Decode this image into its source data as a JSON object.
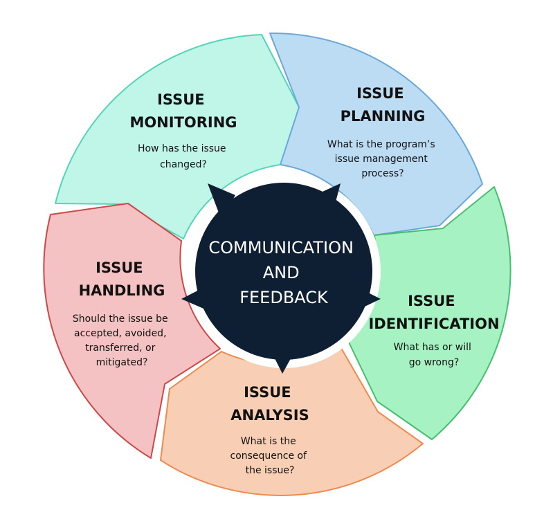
{
  "center": {
    "lines": [
      "COMMUNICATION",
      "AND",
      "FEEDBACK"
    ],
    "fill": "#0f1f33"
  },
  "segments": [
    {
      "id": "monitoring",
      "title": [
        "ISSUE",
        "MONITORING"
      ],
      "desc": [
        "How has the issue",
        "changed?"
      ],
      "fill": "#bff6e8",
      "stroke": "#54d4b8"
    },
    {
      "id": "planning",
      "title": [
        "ISSUE",
        "PLANNING"
      ],
      "desc": [
        "What is the program’s",
        "issue management",
        "process?"
      ],
      "fill": "#bcdcf4",
      "stroke": "#6aa8d8"
    },
    {
      "id": "identification",
      "title": [
        "ISSUE",
        "IDENTIFICATION"
      ],
      "desc": [
        "What has or will",
        "go wrong?"
      ],
      "fill": "#a7f2c3",
      "stroke": "#45bf6c"
    },
    {
      "id": "analysis",
      "title": [
        "ISSUE",
        "ANALYSIS"
      ],
      "desc": [
        "What is the",
        "consequence of",
        "the issue?"
      ],
      "fill": "#f8cfb5",
      "stroke": "#ee8a4e"
    },
    {
      "id": "handling",
      "title": [
        "ISSUE",
        "HANDLING"
      ],
      "desc": [
        "Should the issue be",
        "accepted, avoided,",
        "transferred, or",
        "mitigated?"
      ],
      "fill": "#f4c2c2",
      "stroke": "#cf4646"
    }
  ]
}
